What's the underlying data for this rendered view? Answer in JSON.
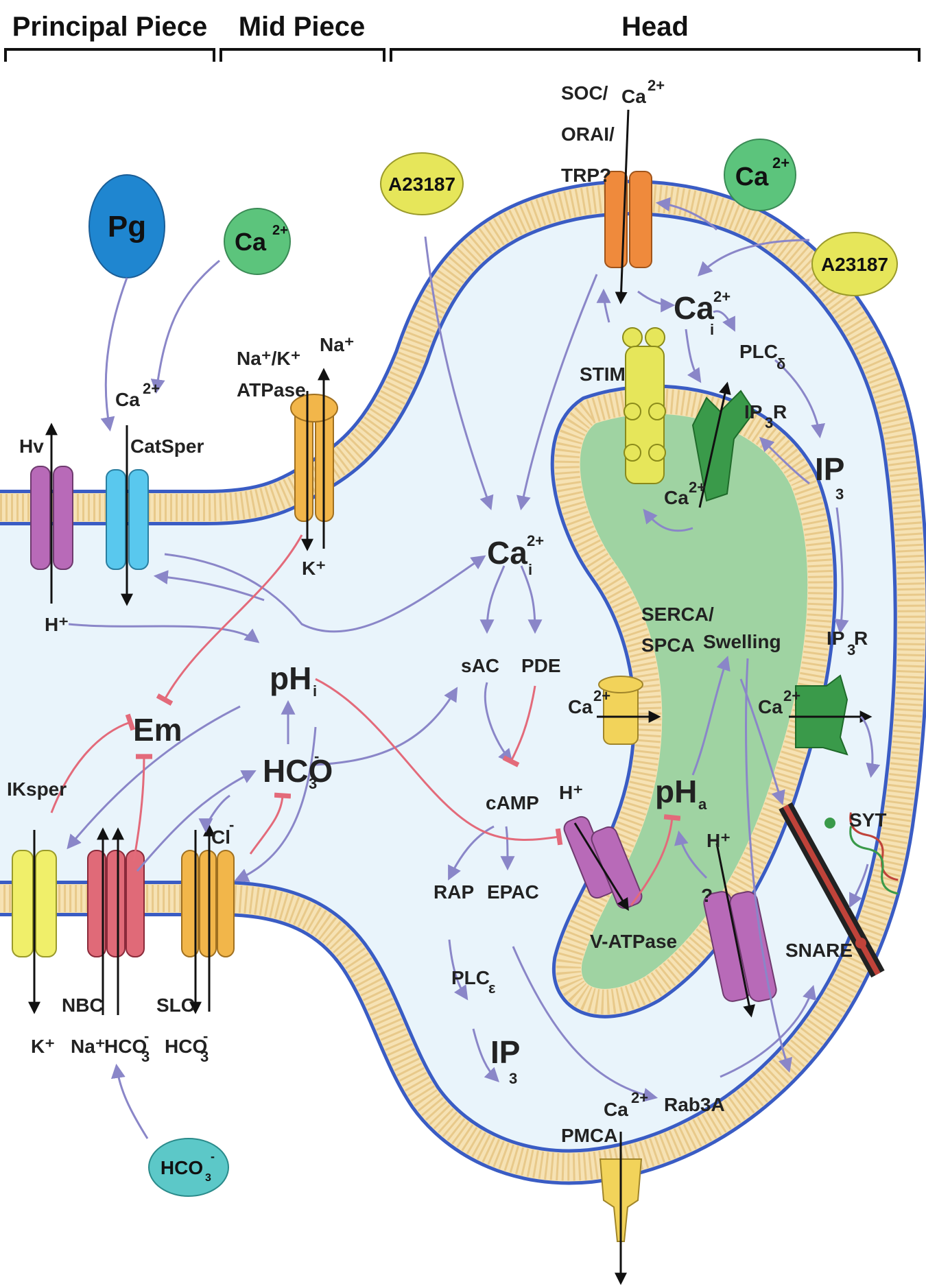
{
  "sections": {
    "principal": "Principal Piece",
    "mid": "Mid Piece",
    "head": "Head"
  },
  "bubbles": {
    "pg": "Pg",
    "ca_principal": "Ca",
    "a23187_left": "A23187",
    "ca_head": "Ca",
    "a23187_right": "A23187",
    "hco3_bottom": "HCO"
  },
  "superscripts": {
    "two_plus": "2+",
    "plus": "+",
    "minus": "-"
  },
  "subscripts": {
    "three": "3",
    "i": "i",
    "a": "a",
    "delta": "δ",
    "epsilon": "ε"
  },
  "channels": {
    "hv": "Hv",
    "catsper": "CatSper",
    "nak_atpase_line1": "Na⁺/K⁺",
    "nak_atpase_line2": "ATPase",
    "iksper": "IKsper",
    "nbc": "NBC",
    "slc": "SLC",
    "soc_line1": "SOC/",
    "soc_line2": "ORAI/",
    "soc_line3": "TRP?",
    "stim": "STIM",
    "ip3r": "IP",
    "r": "R",
    "serca_line1": "SERCA/",
    "serca_line2": "SPCA",
    "v_atpase": "V-ATPase",
    "pmca": "PMCA",
    "question": "?"
  },
  "ions": {
    "ca": "Ca",
    "na": "Na⁺",
    "k": "K⁺",
    "h": "H⁺",
    "h_plain": "H",
    "cl": "Cl",
    "hco": "HCO"
  },
  "signals": {
    "ph": "pH",
    "em": "Em",
    "hco3": "HCO",
    "sac": "sAC",
    "pde": "PDE",
    "camp": "cAMP",
    "rap": "RAP",
    "epac": "EPAC",
    "plc": "PLC",
    "ip": "IP",
    "rab3a": "Rab3A",
    "swelling": "Swelling",
    "syt": "SYT",
    "snare": "SNARE"
  },
  "colors": {
    "membrane_blue": "#3a5cc4",
    "membrane_fill": "#f6e2b4",
    "cytoplasm": "#e9f4fb",
    "acrosome": "#9fd3a2",
    "arrow_purple": "#8a86c8",
    "inhibit_red": "#e36a7a",
    "pg_blue": "#1f86d0",
    "ca_green": "#5cc47c",
    "a23187_yellow": "#e6e65a",
    "hco3_teal": "#5cc8c8",
    "hv_purple": "#b86ab8",
    "catsper_cyan": "#59c8ee",
    "atpase_orange": "#f2b64a",
    "iksper_yellow": "#f0ef6a",
    "nbc_red": "#e06a78",
    "soc_orange": "#ef8a3c",
    "ip3r_green": "#3a9a4a"
  }
}
